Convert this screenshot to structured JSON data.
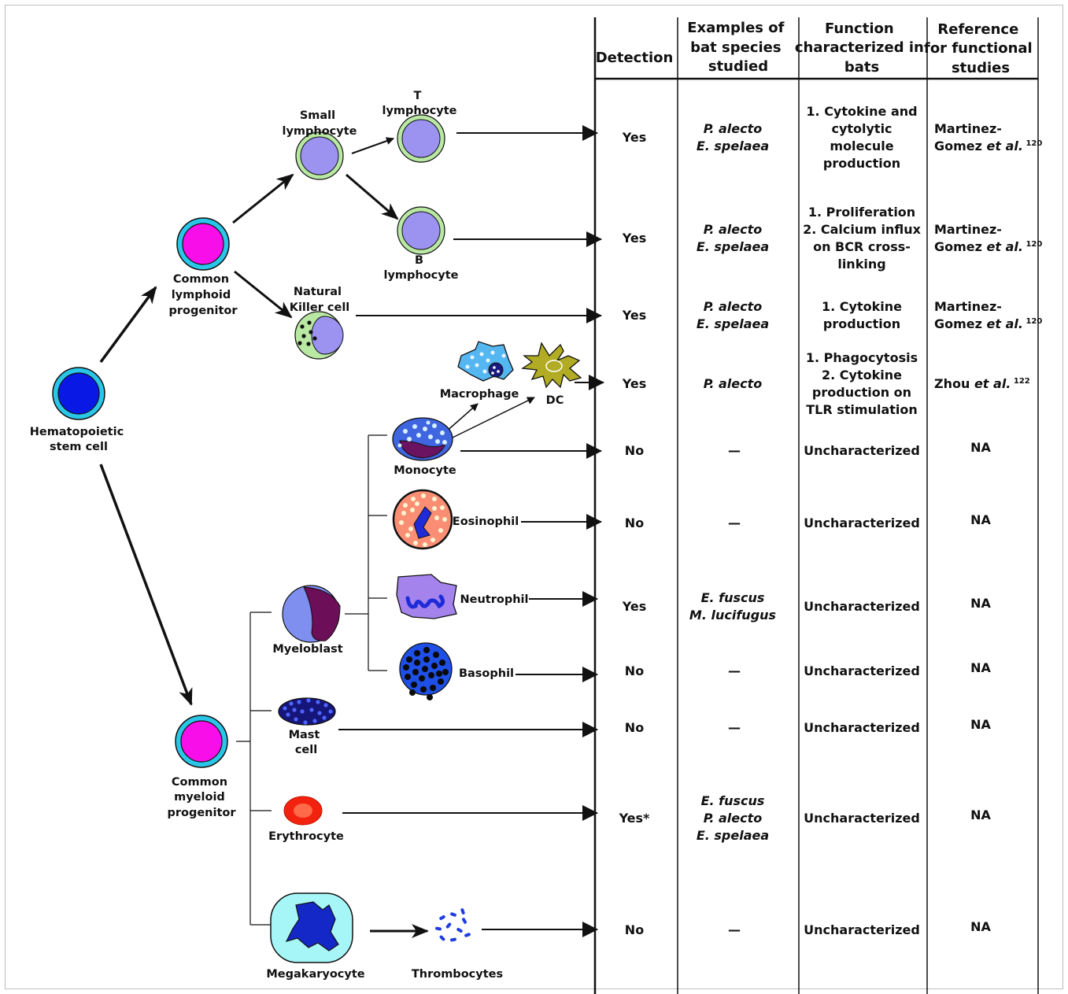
{
  "cells": {
    "hsc": [
      "Hematopoietic",
      "stem cell"
    ],
    "clp": [
      "Common",
      "lymphoid",
      "progenitor"
    ],
    "small_lymph": [
      "Small",
      "lymphocyte"
    ],
    "t_lymph": [
      "T",
      "lymphocyte"
    ],
    "b_lymph": [
      "B",
      "lymphocyte"
    ],
    "nk": [
      "Natural",
      "Killer cell"
    ],
    "macrophage": "Macrophage",
    "dc": "DC",
    "monocyte": "Monocyte",
    "eosinophil": "Eosinophil",
    "neutrophil": "Neutrophil",
    "basophil": "Basophil",
    "myeloblast": "Myeloblast",
    "mast": [
      "Mast",
      "cell"
    ],
    "cmp": [
      "Common",
      "myeloid",
      "progenitor"
    ],
    "erythrocyte": "Erythrocyte",
    "megakaryocyte": "Megakaryocyte",
    "thrombocytes": "Thrombocytes"
  },
  "table": {
    "headers": {
      "detection": [
        "Detection"
      ],
      "species": [
        "Examples of",
        "bat species",
        "studied"
      ],
      "function": [
        "Function",
        "characterized in",
        "bats"
      ],
      "reference": [
        "Reference",
        "for functional",
        "studies"
      ]
    },
    "rows": [
      {
        "detection": "Yes",
        "species": [
          "P. alecto",
          "E. spelaea"
        ],
        "function": [
          "1. Cytokine and",
          "cytolytic",
          "molecule",
          "production"
        ],
        "ref_lines": [
          "Martinez-",
          "Gomez"
        ],
        "ref_etal": "et al.",
        "ref_num": "120"
      },
      {
        "detection": "Yes",
        "species": [
          "P. alecto",
          "E. spelaea"
        ],
        "function": [
          "1. Proliferation",
          "2. Calcium influx",
          "on BCR cross-",
          "linking"
        ],
        "ref_lines": [
          "Martinez-",
          "Gomez"
        ],
        "ref_etal": "et al.",
        "ref_num": "120"
      },
      {
        "detection": "Yes",
        "species": [
          "P. alecto",
          "E. spelaea"
        ],
        "function": [
          "1. Cytokine",
          "production"
        ],
        "ref_lines": [
          "Martinez-",
          "Gomez"
        ],
        "ref_etal": "et al.",
        "ref_num": "120"
      },
      {
        "detection": "Yes",
        "species": [
          "P. alecto"
        ],
        "function": [
          "1. Phagocytosis",
          "2. Cytokine",
          "production on",
          "TLR stimulation"
        ],
        "ref_lines": [
          "Zhou"
        ],
        "ref_etal": "et al.",
        "ref_num": "122"
      },
      {
        "detection": "No",
        "species": [
          "—"
        ],
        "function": [
          "Uncharacterized"
        ],
        "ref_lines": [
          "NA"
        ]
      },
      {
        "detection": "No",
        "species": [
          "—"
        ],
        "function": [
          "Uncharacterized"
        ],
        "ref_lines": [
          "NA"
        ]
      },
      {
        "detection": "Yes",
        "species": [
          "E. fuscus",
          "M. lucifugus"
        ],
        "function": [
          "Uncharacterized"
        ],
        "ref_lines": [
          "NA"
        ]
      },
      {
        "detection": "No",
        "species": [
          "—"
        ],
        "function": [
          "Uncharacterized"
        ],
        "ref_lines": [
          "NA"
        ]
      },
      {
        "detection": "No",
        "species": [
          "—"
        ],
        "function": [
          "Uncharacterized"
        ],
        "ref_lines": [
          "NA"
        ]
      },
      {
        "detection": "Yes*",
        "species": [
          "E. fuscus",
          "P. alecto",
          "E. spelaea"
        ],
        "function": [
          "Uncharacterized"
        ],
        "ref_lines": [
          "NA"
        ]
      },
      {
        "detection": "No",
        "species": [
          "—"
        ],
        "function": [
          "Uncharacterized"
        ],
        "ref_lines": [
          "NA"
        ]
      }
    ]
  }
}
